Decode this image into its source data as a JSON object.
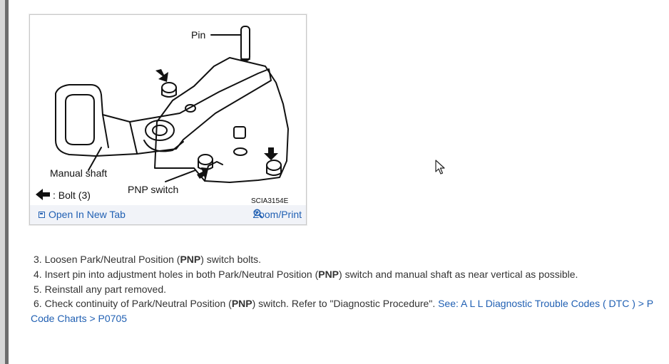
{
  "figure": {
    "labels": {
      "pin": "Pin",
      "manual_shaft": "Manual shaft",
      "bolt": ": Bolt (3)",
      "pnp_switch": "PNP switch",
      "figure_code": "SCIA3154E"
    },
    "toolbar": {
      "open_label": "Open In New Tab",
      "zoom_label": "Zoom/Print"
    }
  },
  "steps": [
    {
      "number": "3.",
      "before": "Loosen Park/Neutral Position (",
      "bold": "PNP",
      "after": ") switch bolts."
    },
    {
      "number": "4.",
      "before": "Insert pin into adjustment holes in both Park/Neutral Position (",
      "bold": "PNP",
      "after": ") switch and manual shaft as near vertical as possible."
    },
    {
      "number": "5.",
      "text": "Reinstall any part removed."
    },
    {
      "number": "6.",
      "before": "Check continuity of Park/Neutral Position (",
      "bold": "PNP",
      "after": ") switch. Refer to \"Diagnostic Procedure\". ",
      "link": "See: A L L Diagnostic Trouble Codes ( DTC ) > P Code Charts > P0705"
    }
  ],
  "colors": {
    "link": "#2160b3",
    "toolbar_bg": "#f1f3f8"
  }
}
